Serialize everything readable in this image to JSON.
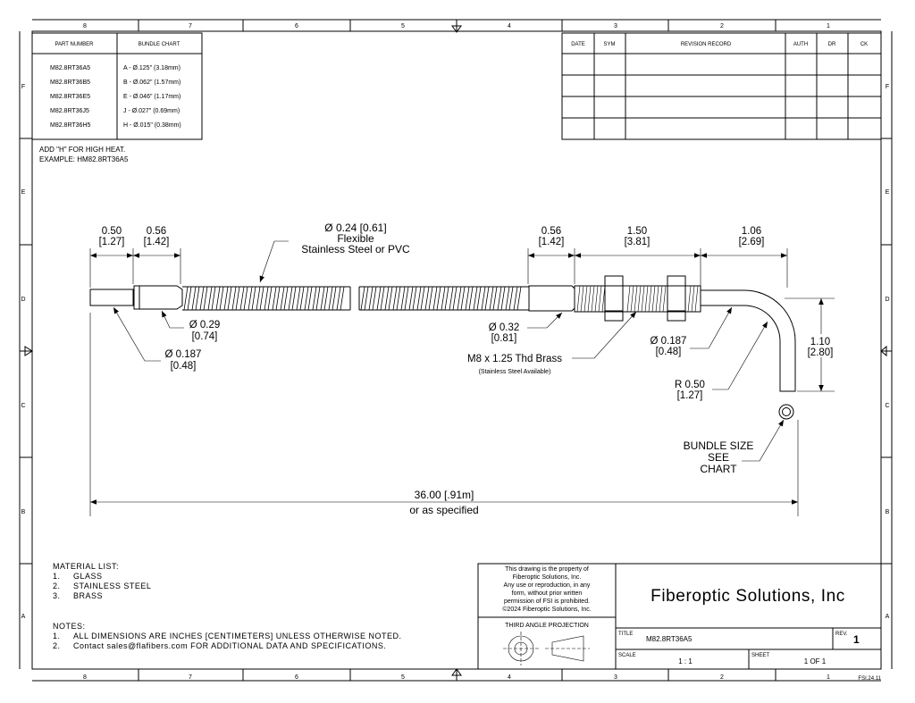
{
  "border_zones": {
    "columns": [
      "8",
      "7",
      "6",
      "5",
      "4",
      "3",
      "2",
      "1"
    ],
    "rows": [
      "F",
      "E",
      "D",
      "C",
      "B",
      "A"
    ]
  },
  "bundle_table": {
    "headers": [
      "PART NUMBER",
      "BUNDLE CHART"
    ],
    "rows": [
      [
        "M82.8RT36A5",
        "A - Ø.125\" (3.18mm)"
      ],
      [
        "M82.8RT36B5",
        "B - Ø.062\" (1.57mm)"
      ],
      [
        "M82.8RT36E5",
        "E - Ø.046\" (1.17mm)"
      ],
      [
        "M82.8RT36J5",
        "J - Ø.027\" (0.69mm)"
      ],
      [
        "M82.8RT36H5",
        "H - Ø.015\" (0.38mm)"
      ]
    ]
  },
  "revision_table": {
    "headers": [
      "DATE",
      "SYM",
      "REVISION RECORD",
      "AUTH",
      "DR",
      "CK"
    ],
    "empty_rows": 4
  },
  "high_heat_note": [
    "ADD \"H\" FOR HIGH HEAT.",
    "EXAMPLE: HM82.8RT36A5"
  ],
  "dimensions": {
    "tip_length": [
      "0.50",
      "[1.27]"
    ],
    "ferrule_length": [
      "0.56",
      "[1.42]"
    ],
    "sheath": [
      "Ø 0.24 [0.61]",
      "Flexible",
      "Stainless Steel or PVC"
    ],
    "end_ferrule_length": [
      "0.56",
      "[1.42]"
    ],
    "thread_length": [
      "1.50",
      "[3.81]"
    ],
    "bend_length": [
      "1.06",
      "[2.69]"
    ],
    "ferrule_dia": [
      "Ø 0.29",
      "[0.74]"
    ],
    "tip_dia": [
      "Ø 0.187",
      "[0.48]"
    ],
    "end_ferrule_dia": [
      "Ø 0.32",
      "[0.81]"
    ],
    "thread": [
      "M8 x 1.25 Thd Brass",
      "(Stainless Steel Available)"
    ],
    "probe_dia": [
      "Ø 0.187",
      "[0.48]"
    ],
    "bend_height": [
      "1.10",
      "[2.80]"
    ],
    "bend_radius": [
      "R 0.50",
      "[1.27]"
    ],
    "bundle_size": [
      "BUNDLE SIZE",
      "SEE",
      "CHART"
    ],
    "overall_length": [
      "36.00 [.91m]",
      "or as specified"
    ]
  },
  "material_list": {
    "heading": "MATERIAL LIST:",
    "items": [
      [
        "1.",
        "GLASS"
      ],
      [
        "2.",
        "STAINLESS STEEL"
      ],
      [
        "3.",
        "BRASS"
      ]
    ]
  },
  "notes": {
    "heading": "NOTES:",
    "items": [
      [
        "1.",
        "ALL DIMENSIONS ARE INCHES [CENTIMETERS] UNLESS OTHERWISE NOTED."
      ],
      [
        "2.",
        "Contact sales@flafibers.com FOR ADDITIONAL DATA AND SPECIFICATIONS."
      ]
    ]
  },
  "title_block": {
    "property_notice": [
      "This drawing is the property of",
      "Fiberoptic Solutions, Inc.",
      "Any use or reproduction, in any",
      "form, without prior written",
      "permission of FSI is prohibited.",
      "©2024 Fiberoptic Solutions, Inc."
    ],
    "projection_label": "THIRD ANGLE PROJECTION",
    "company": "Fiberoptic Solutions, Inc",
    "title_label": "TITLE",
    "title_value": "M82.8RT36A5",
    "rev_label": "REV.",
    "rev_value": "1",
    "scale_label": "SCALE",
    "scale_value": "1 : 1",
    "sheet_label": "SHEET",
    "sheet_value": "1  OF 1",
    "form_code": "FSI.24.11"
  }
}
